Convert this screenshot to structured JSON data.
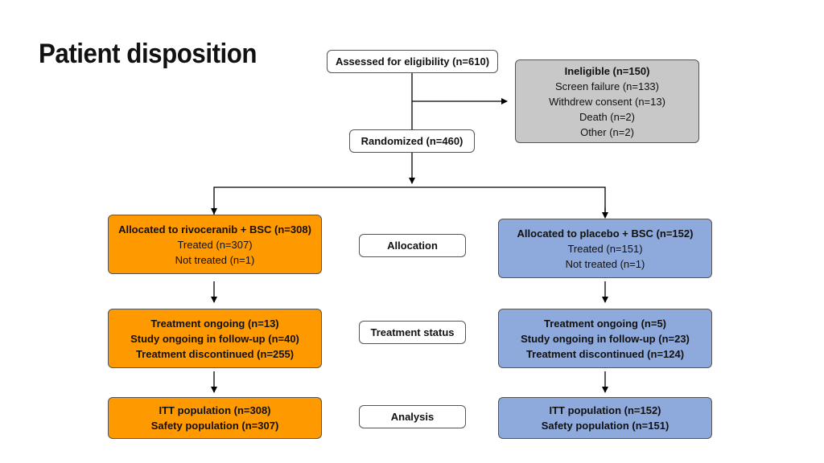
{
  "title": "Patient disposition",
  "colors": {
    "rivoceranib_arm": "#ff9900",
    "placebo_arm": "#8ea9db",
    "ineligible": "#c8c8c8"
  },
  "assessed": "Assessed for eligibility (n=610)",
  "ineligible": {
    "heading": "Ineligible (n=150)",
    "reasons": [
      "Screen failure (n=133)",
      "Withdrew consent (n=13)",
      "Death (n=2)",
      "Other (n=2)"
    ]
  },
  "randomized": "Randomized (n=460)",
  "stages": {
    "allocation": "Allocation",
    "treatment_status": "Treatment status",
    "analysis": "Analysis"
  },
  "rivoceranib": {
    "allocated": {
      "heading": "Allocated to rivoceranib + BSC (n=308)",
      "treated": "Treated (n=307)",
      "not_treated": "Not treated (n=1)"
    },
    "status": [
      "Treatment ongoing (n=13)",
      "Study ongoing in follow-up (n=40)",
      "Treatment discontinued (n=255)"
    ],
    "analysis": [
      "ITT population (n=308)",
      "Safety population (n=307)"
    ]
  },
  "placebo": {
    "allocated": {
      "heading": "Allocated to placebo + BSC (n=152)",
      "treated": "Treated (n=151)",
      "not_treated": "Not treated (n=1)"
    },
    "status": [
      "Treatment ongoing (n=5)",
      "Study ongoing in follow-up (n=23)",
      "Treatment discontinued (n=124)"
    ],
    "analysis": [
      "ITT population (n=152)",
      "Safety population (n=151)"
    ]
  }
}
